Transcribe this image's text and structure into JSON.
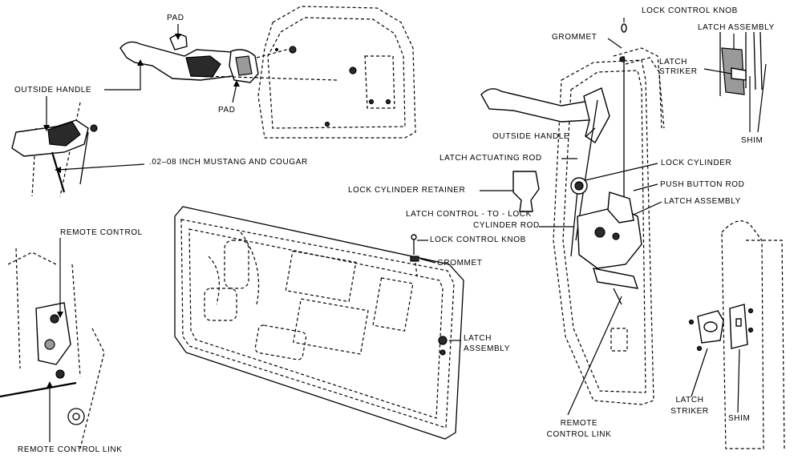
{
  "labels": {
    "pad_top": "PAD",
    "pad_right": "PAD",
    "outside_handle_left": "OUTSIDE HANDLE",
    "clearance_spec": ".02–08 INCH MUSTANG AND COUGAR",
    "remote_control": "REMOTE CONTROL",
    "remote_control_link_left": "REMOTE CONTROL LINK",
    "lock_control_knob_center": "LOCK CONTROL KNOB",
    "grommet_center": "GROMMET",
    "latch_assembly_center_1": "LATCH",
    "latch_assembly_center_2": "ASSEMBLY",
    "lock_control_knob_top": "LOCK CONTROL KNOB",
    "grommet_top": "GROMMET",
    "latch_assembly_top": "LATCH ASSEMBLY",
    "latch_striker_top_1": "LATCH",
    "latch_striker_top_2": "STRIKER",
    "shim_top": "SHIM",
    "outside_handle_right": "OUTSIDE HANDLE",
    "latch_actuating_rod": "LATCH ACTUATING ROD",
    "lock_cylinder": "LOCK CYLINDER",
    "lock_cylinder_retainer": "LOCK CYLINDER RETAINER",
    "push_button_rod": "PUSH BUTTON ROD",
    "latch_assembly_right": "LATCH ASSEMBLY",
    "latch_control_rod_1": "LATCH CONTROL - TO - LOCK",
    "latch_control_rod_2": "CYLINDER ROD",
    "remote_control_link_right_1": "REMOTE",
    "remote_control_link_right_2": "CONTROL LINK",
    "latch_striker_bottom_1": "LATCH",
    "latch_striker_bottom_2": "STRIKER",
    "shim_bottom": "SHIM"
  }
}
